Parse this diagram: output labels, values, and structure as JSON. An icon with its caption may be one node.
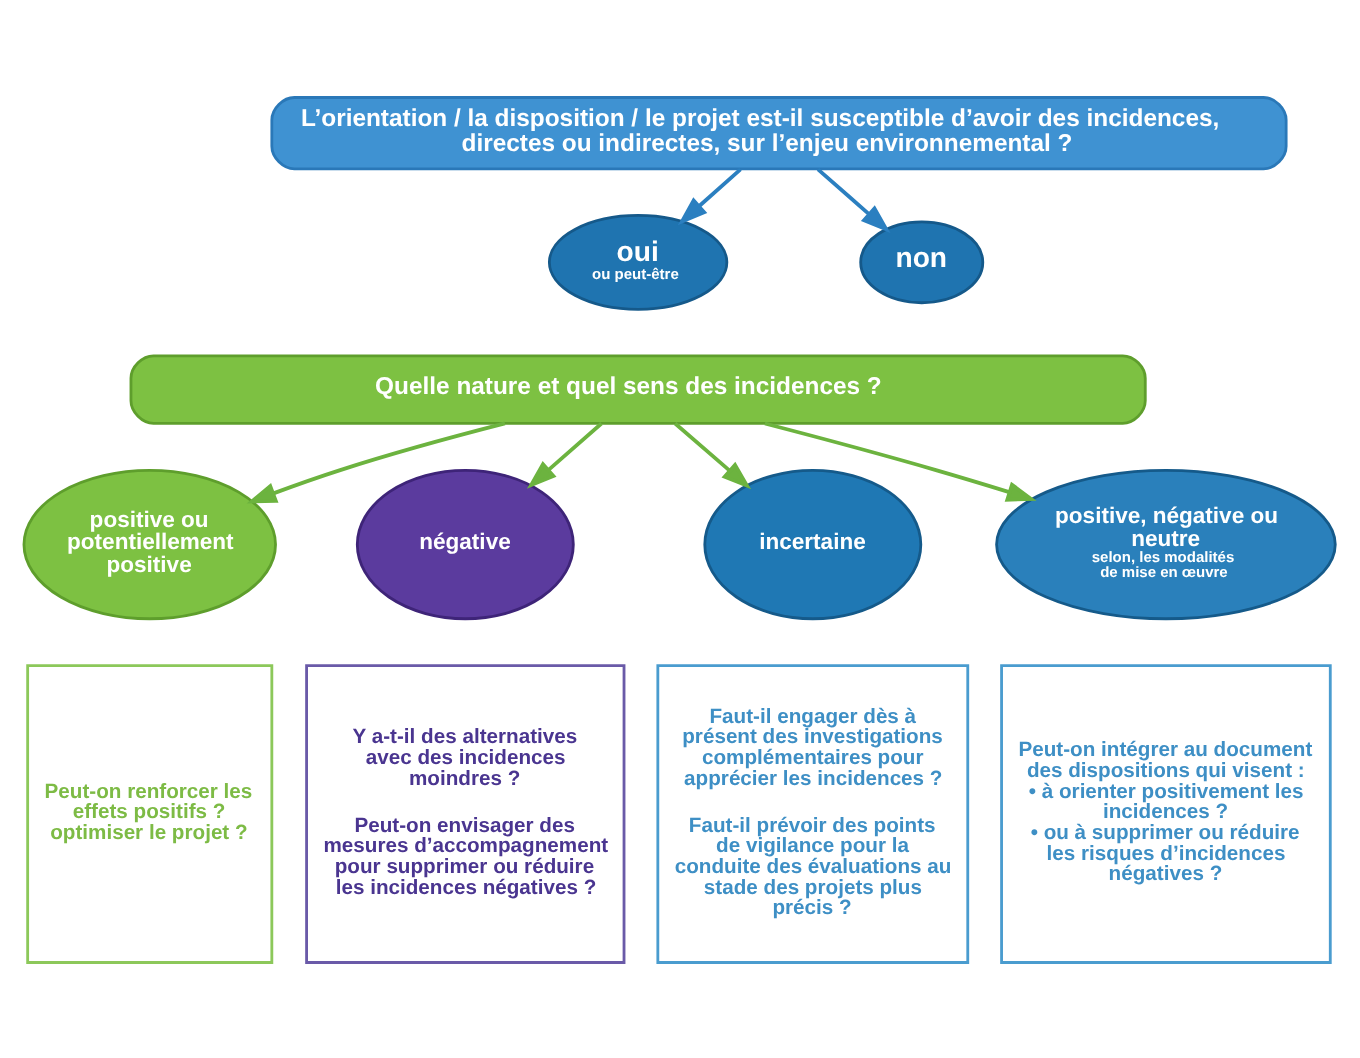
{
  "diagram": {
    "nodes": [
      {
        "text": [
          "L’orientation / la disposition / le projet est-il susceptible d’avoir des incidences, directes ou indirectes, sur l’enjeu environnemental ?"
        ]
      },
      {
        "text": [
          "oui",
          "ou peut-être"
        ]
      },
      {
        "text": [
          "non"
        ]
      },
      {
        "text": [
          "Quelle nature et quel sens des incidences ?"
        ]
      },
      {
        "text": [
          "positive ou potentiellement positive"
        ]
      },
      {
        "text": [
          "négative"
        ]
      },
      {
        "text": [
          "incertaine"
        ]
      },
      {
        "text": [
          "positive, négative ou neutre",
          "selon, les modalités de mise en œuvre"
        ]
      },
      {
        "text": [
          "Peut-on renforcer les effets positifs ? optimiser le projet ?"
        ]
      },
      {
        "text": [
          "Y a-t-il des alternatives avec des incidences moindres ?",
          "Peut-on envisager des mesures d’accompagnement pour supprimer ou réduire les incidences négatives ?"
        ]
      },
      {
        "text": [
          "Faut-il engager dès à présent des investigations complémentaires pour apprécier les incidences ?",
          "Faut-il prévoir des points de vigilance pour la conduite des évaluations au stade des projets plus précis ?"
        ]
      },
      {
        "text": [
          "Peut-on intégrer au document des dispositions qui visent :",
          "• à orienter positivement les incidences ?",
          "• ou à supprimer ou réduire les risques d’incidences négatives ?"
        ]
      }
    ],
    "edges": [
      {
        "from": 0,
        "to": 1,
        "arrow": "to",
        "color": "#2b7fc0"
      },
      {
        "from": 0,
        "to": 2,
        "arrow": "to",
        "color": "#2b7fc0"
      },
      {
        "from": 3,
        "to": 4,
        "arrow": "to"
      },
      {
        "from": 3,
        "to": 5,
        "arrow": "to"
      },
      {
        "from": 3,
        "to": 6,
        "arrow": "to"
      },
      {
        "from": 3,
        "to": 7,
        "arrow": "to"
      }
    ]
  }
}
